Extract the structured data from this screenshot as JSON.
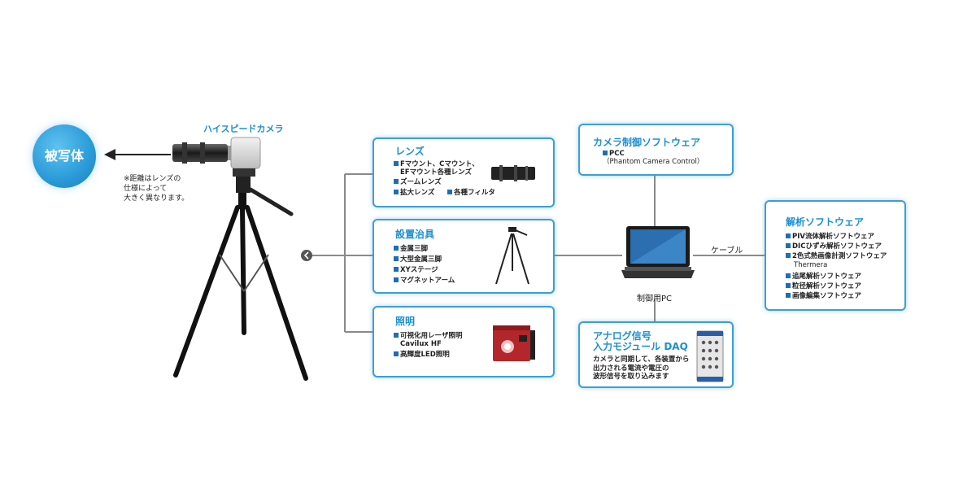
{
  "subject": {
    "label": "被写体"
  },
  "camera": {
    "label": "ハイスピードカメラ",
    "note_lines": [
      "※距離はレンズの",
      "仕様によって",
      "大きく異なります。"
    ]
  },
  "lens_box": {
    "title": "レンズ",
    "items": [
      "Fマウント、Cマウント、",
      "EFマウント各種レンズ",
      "ズームレンズ",
      "拡大レンズ",
      "各種フィルタ"
    ]
  },
  "mount_box": {
    "title": "設置治具",
    "items": [
      "金属三脚",
      "大型金属三脚",
      "XYステージ",
      "マグネットアーム"
    ]
  },
  "light_box": {
    "title": "照明",
    "items": [
      "可視化用レーザ照明",
      "Cavilux HF",
      "高輝度LED照明"
    ]
  },
  "camsoft_box": {
    "title": "カメラ制御ソフトウェア",
    "items": [
      "PCC",
      "（Phantom Camera Control）"
    ]
  },
  "pc": {
    "label": "制御用PC",
    "cable_label": "ケーブル"
  },
  "analysis_box": {
    "title": "解析ソフトウェア",
    "items": [
      "PIV流体解析ソフトウェア",
      "DICひずみ解析ソフトウェア",
      "2色式熱画像計測ソフトウェア",
      "Thermera",
      "追尾解析ソフトウェア",
      "粒径解析ソフトウェア",
      "画像編集ソフトウェア"
    ]
  },
  "daq_box": {
    "title_lines": [
      "アナログ信号",
      "入力モジュール DAQ"
    ],
    "desc_lines": [
      "カメラと同期して、各装置から",
      "出力される電流や電圧の",
      "波形信号を取り込みます"
    ]
  },
  "colors": {
    "accent": "#1b8fd0",
    "border": "#3d9fd3",
    "bullet": "#1b6fb8",
    "line": "#8a8a8a"
  }
}
